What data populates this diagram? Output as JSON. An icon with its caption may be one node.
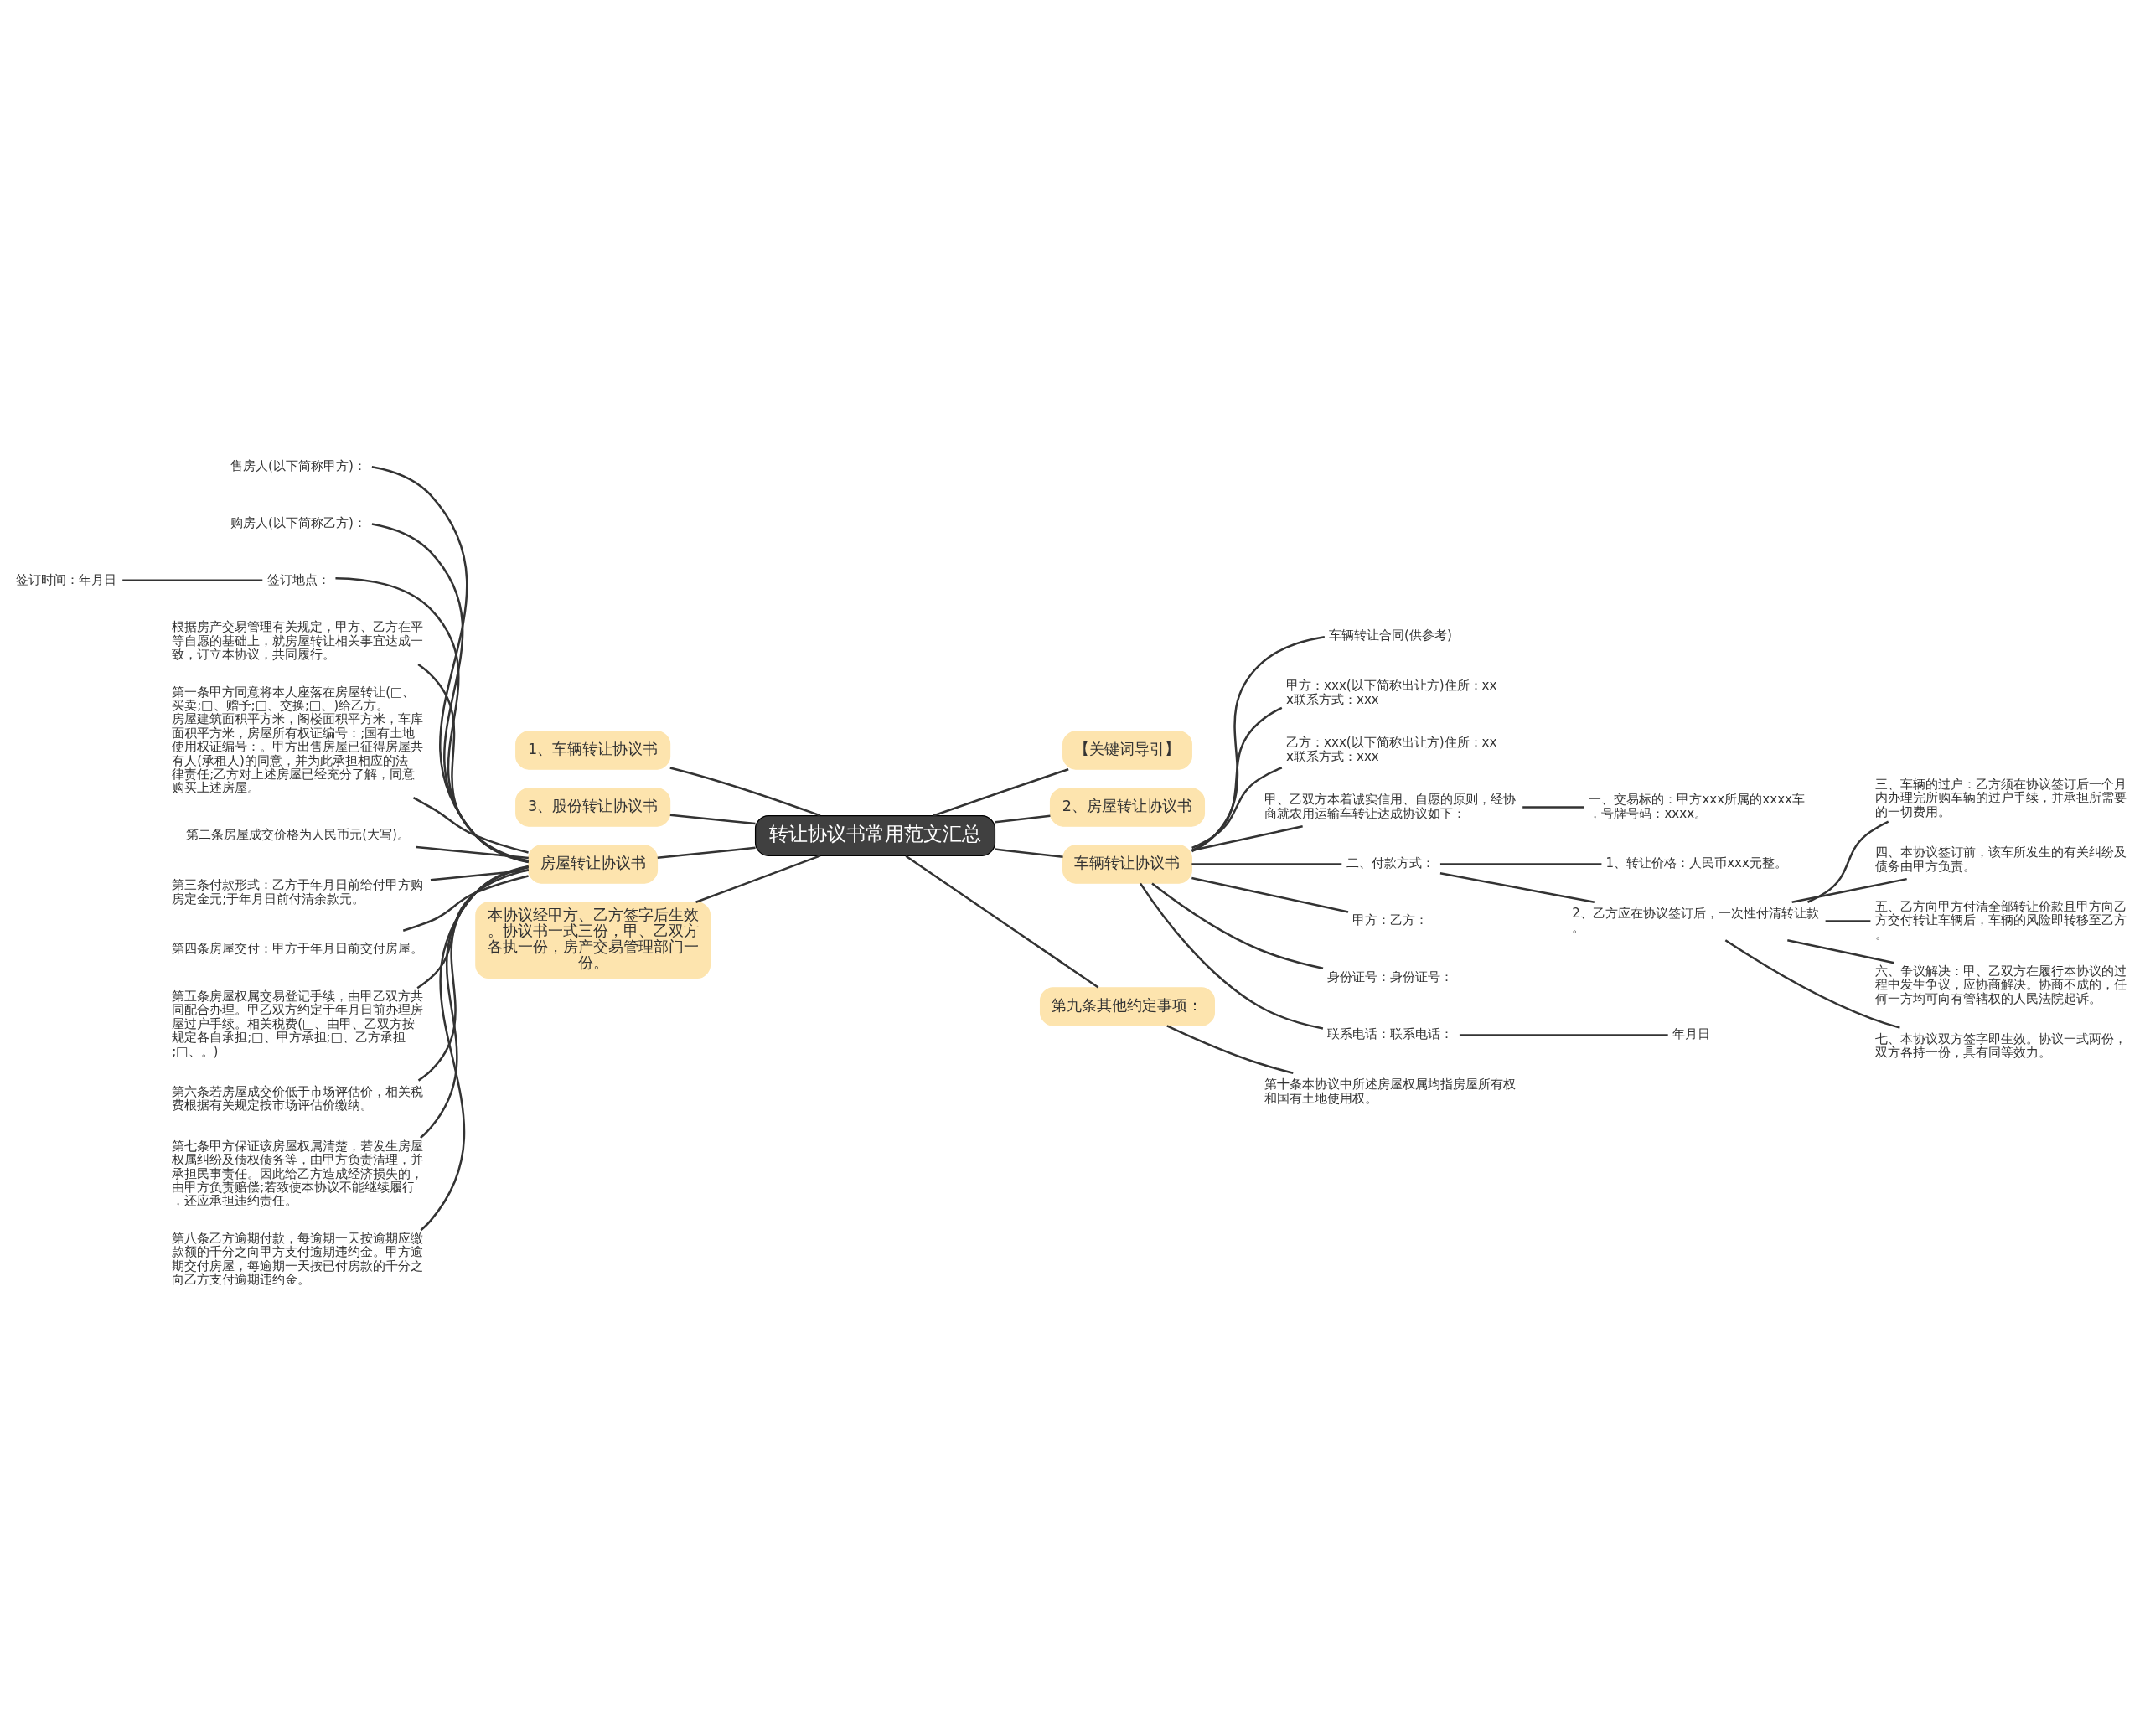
{
  "diagram": {
    "nodes": [
      {
        "text": [
          "转让协议书常用范文汇总"
        ]
      },
      {
        "text": [
          "1、车辆转让协议书"
        ]
      },
      {
        "text": [
          "3、股份转让协议书"
        ]
      },
      {
        "text": [
          "房屋转让协议书"
        ]
      },
      {
        "text": [
          "售房人(以下简称甲方)："
        ]
      },
      {
        "text": [
          "购房人(以下简称乙方)："
        ]
      },
      {
        "text": [
          "签订地点："
        ]
      },
      {
        "text": [
          "签订时间：年月日"
        ]
      },
      {
        "text": [
          "根据房产交易管理有关规定，甲方、乙方在平等自愿的基础上，就房屋转让相关事宜达成一致，订立本协议，共同履行。"
        ]
      },
      {
        "text": [
          "第一条甲方同意将本人座落在房屋转让(□、买卖;□、赠予;□、交换;□、)给乙方。房屋建筑面积平方米，阁楼面积平方米，车库面积平方米，房屋所有权证编号：;国有土地使用权证编号：。甲方出售房屋已征得房屋共有人(承租人)的同意，并为此承担相应的法律责任;乙方对上述房屋已经充分了解，同意购买上述房屋。"
        ]
      },
      {
        "text": [
          "第二条房屋成交价格为人民币元(大写)。"
        ]
      },
      {
        "text": [
          "第三条付款形式：乙方于年月日前给付甲方购房定金元;于年月日前付清余款元。"
        ]
      },
      {
        "text": [
          "第四条房屋交付：甲方于年月日前交付房屋。"
        ]
      },
      {
        "text": [
          "第五条房屋权属交易登记手续，由甲乙双方共同配合办理。甲乙双方约定于年月日前办理房屋过户手续。相关税费(□、由甲、乙双方按规定各自承担;□、甲方承担;□、乙方承担;□、。)"
        ]
      },
      {
        "text": [
          "第六条若房屋成交价低于市场评估价，相关税费根据有关规定按市场评估价缴纳。"
        ]
      },
      {
        "text": [
          "第七条甲方保证该房屋权属清楚，若发生房屋权属纠纷及债权债务等，由甲方负责清理，并承担民事责任。因此给乙方造成经济损失的，由甲方负责赔偿;若致使本协议不能继续履行，还应承担违约责任。"
        ]
      },
      {
        "text": [
          "第八条乙方逾期付款，每逾期一天按逾期应缴款额的千分之向甲方支付逾期违约金。甲方逾期交付房屋，每逾期一天按已付房款的千分之向乙方支付逾期违约金。"
        ]
      },
      {
        "text": [
          "本协议经甲方、乙方签字后生效。协议书一式三份，甲、乙双方各执一份，房产交易管理部门一份。"
        ]
      },
      {
        "text": [
          "【关键词导引】"
        ]
      },
      {
        "text": [
          "2、房屋转让协议书"
        ]
      },
      {
        "text": [
          "车辆转让协议书"
        ]
      },
      {
        "text": [
          "车辆转让合同(供参考)"
        ]
      },
      {
        "text": [
          "甲方：xxx(以下简称出让方)住所：xxx联系方式：xxx"
        ]
      },
      {
        "text": [
          "乙方：xxx(以下简称出让方)住所：xxx联系方式：xxx"
        ]
      },
      {
        "text": [
          "甲、乙双方本着诚实信用、自愿的原则，经协商就农用运输车转让达成协议如下："
        ]
      },
      {
        "text": [
          "一、交易标的：甲方xxx所属的xxxx车，号牌号码：xxxx。"
        ]
      },
      {
        "text": [
          "二、付款方式："
        ]
      },
      {
        "text": [
          "1、转让价格：人民币xxx元整。"
        ]
      },
      {
        "text": [
          "2、乙方应在协议签订后，一次性付清转让款。"
        ]
      },
      {
        "text": [
          "三、车辆的过户：乙方须在协议签订后一个月内办理完所购车辆的过户手续，并承担所需要的一切费用。"
        ]
      },
      {
        "text": [
          "四、本协议签订前，该车所发生的有关纠纷及债务由甲方负责。"
        ]
      },
      {
        "text": [
          "五、乙方向甲方付清全部转让价款且甲方向乙方交付转让车辆后，车辆的风险即转移至乙方。"
        ]
      },
      {
        "text": [
          "六、争议解决：甲、乙双方在履行本协议的过程中发生争议，应协商解决。协商不成的，任何一方均可向有管辖权的人民法院起诉。"
        ]
      },
      {
        "text": [
          "七、本协议双方签字即生效。协议一式两份，双方各持一份，具有同等效力。"
        ]
      },
      {
        "text": [
          "甲方：乙方："
        ]
      },
      {
        "text": [
          "身份证号：身份证号："
        ]
      },
      {
        "text": [
          "联系电话：联系电话："
        ]
      },
      {
        "text": [
          "年月日"
        ]
      },
      {
        "text": [
          "第九条其他约定事项："
        ]
      },
      {
        "text": [
          "第十条本协议中所述房屋权属均指房屋所有权和国有土地使用权。"
        ]
      }
    ],
    "edges": [
      {
        "from": 0,
        "to": 1,
        "arrow": "none"
      },
      {
        "from": 0,
        "to": 2,
        "arrow": "none"
      },
      {
        "from": 0,
        "to": 3,
        "arrow": "none"
      },
      {
        "from": 3,
        "to": 4,
        "arrow": "none"
      },
      {
        "from": 3,
        "to": 5,
        "arrow": "none"
      },
      {
        "from": 3,
        "to": 6,
        "arrow": "none"
      },
      {
        "from": 6,
        "to": 7,
        "arrow": "none"
      },
      {
        "from": 3,
        "to": 8,
        "arrow": "none"
      },
      {
        "from": 3,
        "to": 9,
        "arrow": "none"
      },
      {
        "from": 3,
        "to": 10,
        "arrow": "none"
      },
      {
        "from": 3,
        "to": 11,
        "arrow": "none"
      },
      {
        "from": 3,
        "to": 12,
        "arrow": "none"
      },
      {
        "from": 3,
        "to": 13,
        "arrow": "none"
      },
      {
        "from": 3,
        "to": 14,
        "arrow": "none"
      },
      {
        "from": 3,
        "to": 15,
        "arrow": "none"
      },
      {
        "from": 3,
        "to": 16,
        "arrow": "none"
      },
      {
        "from": 0,
        "to": 17,
        "arrow": "none"
      },
      {
        "from": 0,
        "to": 18,
        "arrow": "none"
      },
      {
        "from": 0,
        "to": 19,
        "arrow": "none"
      },
      {
        "from": 0,
        "to": 20,
        "arrow": "none"
      },
      {
        "from": 20,
        "to": 21,
        "arrow": "none"
      },
      {
        "from": 20,
        "to": 22,
        "arrow": "none"
      },
      {
        "from": 20,
        "to": 23,
        "arrow": "none"
      },
      {
        "from": 20,
        "to": 24,
        "arrow": "none"
      },
      {
        "from": 24,
        "to": 25,
        "arrow": "none"
      },
      {
        "from": 20,
        "to": 26,
        "arrow": "none"
      },
      {
        "from": 26,
        "to": 27,
        "arrow": "none"
      },
      {
        "from": 26,
        "to": 28,
        "arrow": "none"
      },
      {
        "from": 28,
        "to": 29,
        "arrow": "none"
      },
      {
        "from": 28,
        "to": 30,
        "arrow": "none"
      },
      {
        "from": 28,
        "to": 31,
        "arrow": "none"
      },
      {
        "from": 28,
        "to": 32,
        "arrow": "none"
      },
      {
        "from": 28,
        "to": 33,
        "arrow": "none"
      },
      {
        "from": 20,
        "to": 34,
        "arrow": "none"
      },
      {
        "from": 20,
        "to": 35,
        "arrow": "none"
      },
      {
        "from": 20,
        "to": 36,
        "arrow": "none"
      },
      {
        "from": 36,
        "to": 37,
        "arrow": "none"
      },
      {
        "from": 0,
        "to": 38,
        "arrow": "none"
      },
      {
        "from": 38,
        "to": 39,
        "arrow": "none"
      }
    ]
  }
}
